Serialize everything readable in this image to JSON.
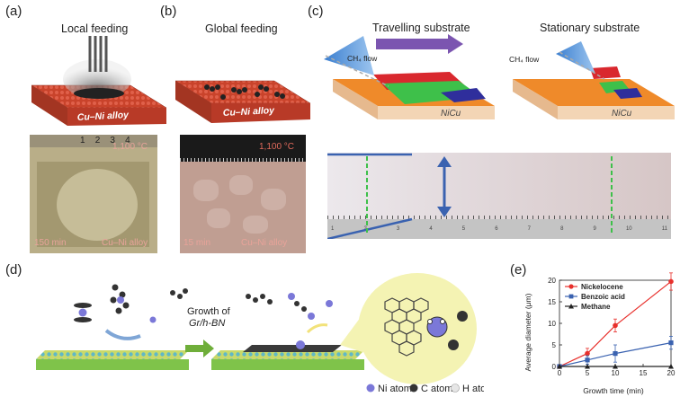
{
  "panels": {
    "a": {
      "label": "(a)",
      "title": "Local feeding",
      "surface_label": "Cu–Ni alloy",
      "photo": {
        "temperature": "1,100 °C",
        "time": "150 min",
        "material": "Cu–Ni alloy",
        "ruler_numbers": [
          "1",
          "2",
          "3",
          "4"
        ]
      }
    },
    "b": {
      "label": "(b)",
      "title": "Global feeding",
      "surface_label": "Cu–Ni alloy",
      "photo": {
        "temperature": "1,100 °C",
        "time": "15 min",
        "material": "Cu–Ni alloy"
      }
    },
    "c": {
      "label": "(c)",
      "left_title": "Travelling substrate",
      "right_title": "Stationary substrate",
      "gas_label": "CH₄ flow",
      "substrate_label": "NiCu",
      "ruler_numbers": [
        "1",
        "2",
        "3",
        "4",
        "5",
        "6",
        "7",
        "8",
        "9",
        "10",
        "11"
      ]
    },
    "d": {
      "label": "(d)",
      "growth_label_line1": "Growth of",
      "growth_label_line2": "Gr/h-BN",
      "legend": [
        {
          "name": "Ni atom",
          "color": "#7b78d8"
        },
        {
          "name": "C atom",
          "color": "#333333"
        },
        {
          "name": "H atom",
          "color": "#e6e6e6"
        }
      ]
    },
    "e": {
      "label": "(e)"
    }
  },
  "chart_data": {
    "type": "line",
    "xlabel": "Growth time (min)",
    "ylabel": "Average diameter (μm)",
    "xlim": [
      0,
      20
    ],
    "ylim": [
      0,
      20
    ],
    "x_ticks": [
      0,
      5,
      10,
      15,
      20
    ],
    "y_ticks": [
      0,
      5,
      10,
      15,
      20
    ],
    "legend_position": "top-left",
    "series": [
      {
        "name": "Nickelocene",
        "color": "#e8302c",
        "marker": "circle",
        "x": [
          0,
          5,
          10,
          20
        ],
        "y": [
          0,
          3.0,
          9.5,
          19.7
        ],
        "err": [
          0,
          1.2,
          1.5,
          2.0
        ]
      },
      {
        "name": "Benzoic acid",
        "color": "#3a62b0",
        "marker": "square",
        "x": [
          0,
          5,
          10,
          20
        ],
        "y": [
          0,
          1.5,
          3.0,
          5.5
        ],
        "err": [
          0,
          1.0,
          2.0,
          1.5
        ]
      },
      {
        "name": "Methane",
        "color": "#222222",
        "marker": "triangle",
        "x": [
          0,
          5,
          10,
          20
        ],
        "y": [
          0,
          0,
          0,
          0
        ],
        "err": [
          0,
          0,
          0,
          0
        ]
      }
    ]
  }
}
